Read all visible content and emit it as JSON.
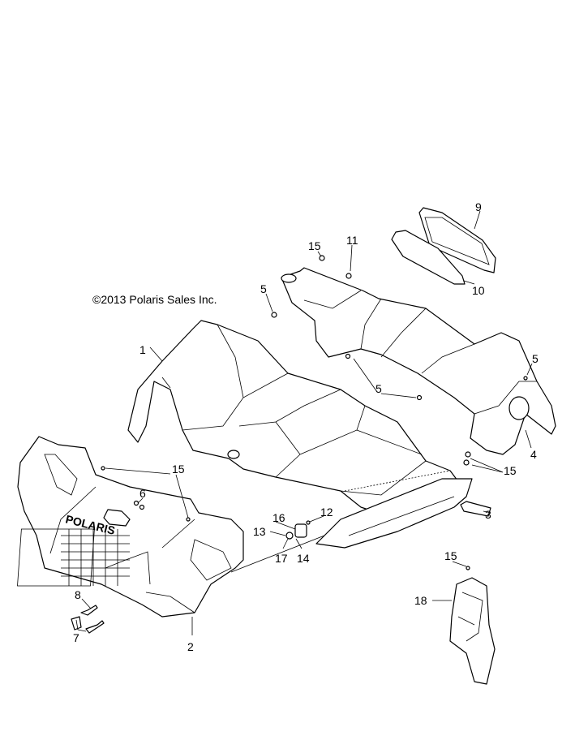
{
  "copyright": "©2013 Polaris Sales Inc.",
  "brand_text": "POLARIS",
  "callouts": {
    "c1": "1",
    "c2": "2",
    "c3": "3",
    "c4": "4",
    "c5a": "5",
    "c5b": "5",
    "c5c": "5",
    "c6": "6",
    "c7": "7",
    "c8": "8",
    "c9": "9",
    "c10": "10",
    "c11": "11",
    "c12": "12",
    "c13": "13",
    "c14": "14",
    "c15a": "15",
    "c15b": "15",
    "c15c": "15",
    "c15d": "15",
    "c16": "16",
    "c17": "17",
    "c18": "18"
  }
}
